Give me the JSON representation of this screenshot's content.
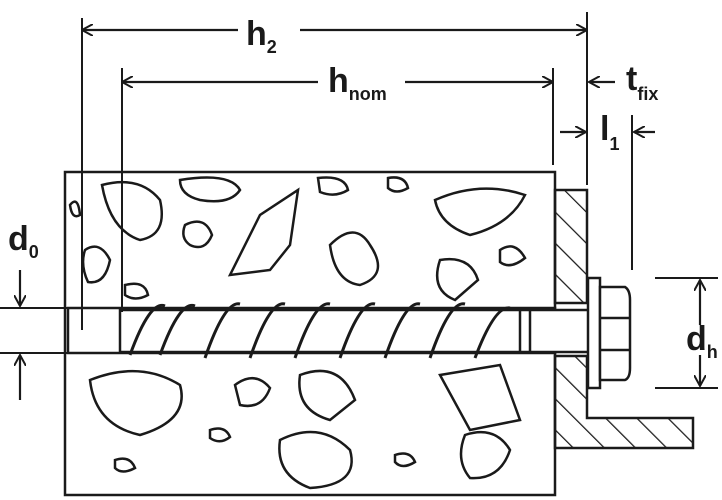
{
  "labels": {
    "h2": {
      "main": "h",
      "sub": "2"
    },
    "hnom": {
      "main": "h",
      "sub": "nom"
    },
    "tfix": {
      "main": "t",
      "sub": "fix"
    },
    "l1": {
      "main": "l",
      "sub": "1"
    },
    "d0": {
      "main": "d",
      "sub": "0"
    },
    "dh": {
      "main": "d",
      "sub": "h"
    }
  },
  "colors": {
    "line": "#1a1a1a",
    "background": "#ffffff"
  }
}
